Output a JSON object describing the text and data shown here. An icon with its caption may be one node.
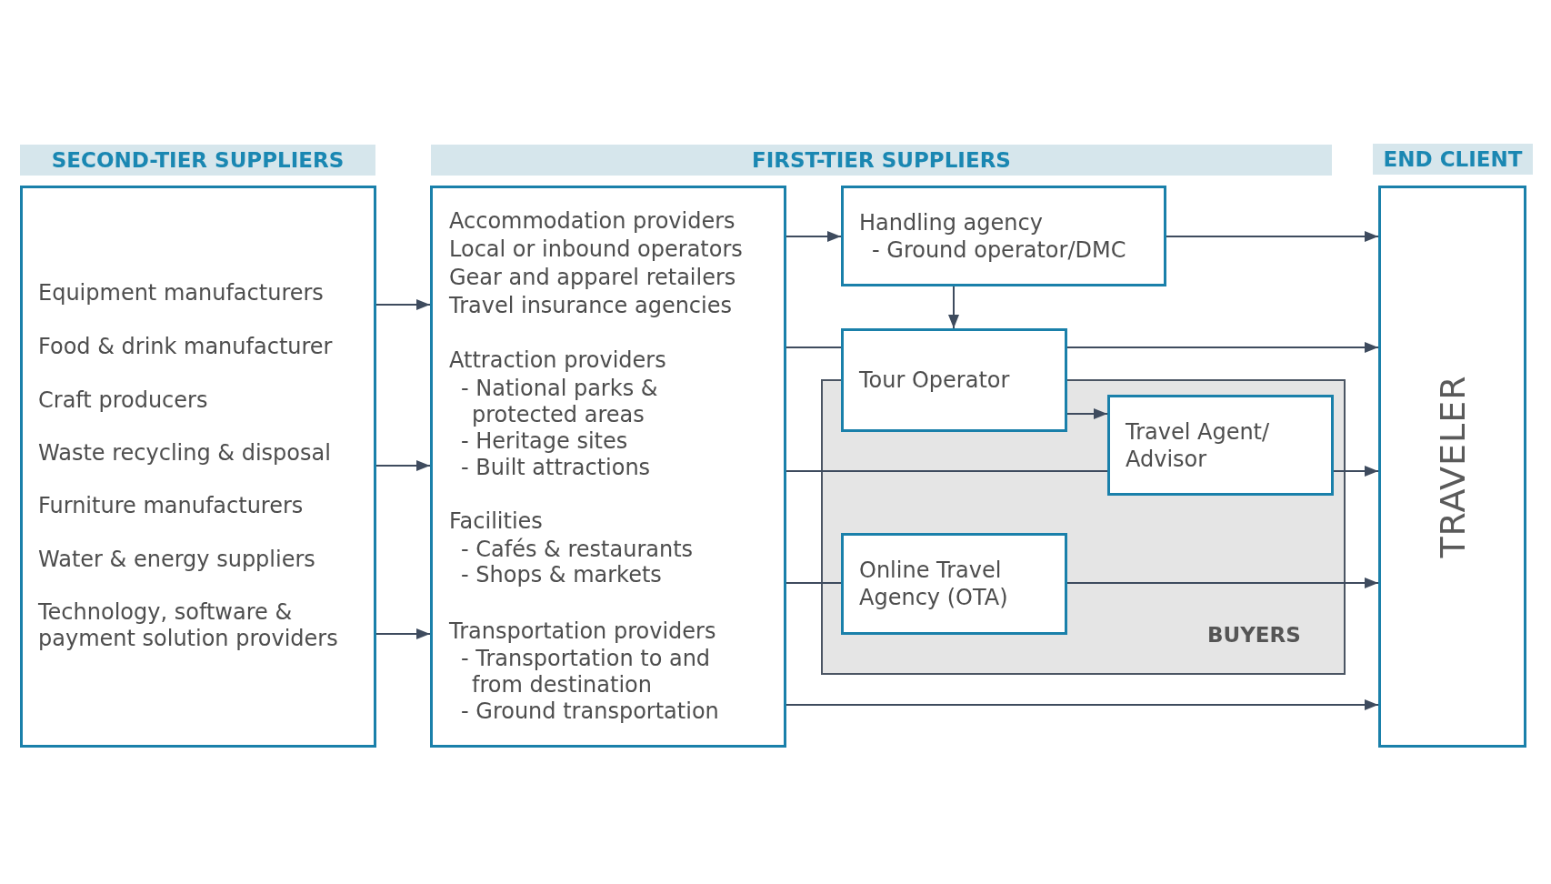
{
  "diagram": {
    "nodes": [
      {
        "text": [
          "SECOND-TIER SUPPLIERS"
        ]
      },
      {
        "text": [
          "FIRST-TIER SUPPLIERS"
        ]
      },
      {
        "text": [
          "END CLIENT"
        ]
      },
      {
        "text": [
          "Equipment manufacturers",
          "Food & drink manufacturer",
          "Craft producers",
          "Waste recycling & disposal",
          "Furniture manufacturers",
          "Water & energy suppliers",
          "Technology, software & payment solution providers"
        ]
      },
      {
        "text": [
          "Accommodation providers",
          "Local or inbound operators",
          "Gear and apparel retailers",
          "Travel insurance agencies",
          "Attraction providers",
          "- National parks & protected areas",
          "- Heritage sites",
          "- Built attractions",
          "Facilities",
          "- Cafés & restaurants",
          "- Shops & markets",
          "Transportation providers",
          "- Transportation to and from destination",
          "- Ground transportation"
        ]
      },
      {
        "text": [
          "Handling agency",
          "- Ground operator/DMC"
        ]
      },
      {
        "text": [
          "Tour Operator"
        ]
      },
      {
        "text": [
          "BUYERS"
        ]
      },
      {
        "text": [
          "Travel Agent/ Advisor"
        ],
        "in": 7
      },
      {
        "text": [
          "Online Travel Agency (OTA)"
        ],
        "in": 7
      },
      {
        "text": [
          "TRAVELER"
        ]
      }
    ],
    "edges": [
      {
        "from": 3,
        "to": 4,
        "arrow": "to"
      },
      {
        "from": 3,
        "to": 4,
        "arrow": "to"
      },
      {
        "from": 3,
        "to": 4,
        "arrow": "to"
      },
      {
        "from": 4,
        "to": 5,
        "arrow": "to"
      },
      {
        "from": 5,
        "to": 10,
        "arrow": "to"
      },
      {
        "from": 5,
        "to": 6,
        "arrow": "to"
      },
      {
        "from": 4,
        "to": 6,
        "arrow": "none"
      },
      {
        "from": 6,
        "to": 10,
        "arrow": "to"
      },
      {
        "from": 6,
        "to": 8,
        "arrow": "to"
      },
      {
        "from": 4,
        "to": 8,
        "arrow": "none"
      },
      {
        "from": 8,
        "to": 10,
        "arrow": "to"
      },
      {
        "from": 4,
        "to": 9,
        "arrow": "none"
      },
      {
        "from": 9,
        "to": 10,
        "arrow": "to"
      },
      {
        "from": 4,
        "to": 10,
        "arrow": "to"
      }
    ]
  }
}
